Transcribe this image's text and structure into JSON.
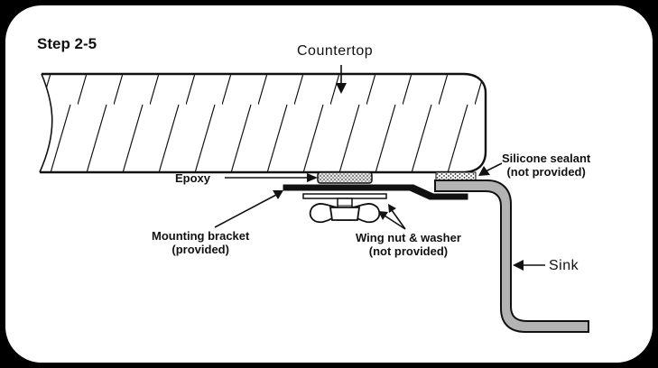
{
  "step_label": "Step 2-5",
  "labels": {
    "countertop": "Countertop",
    "epoxy": "Epoxy",
    "silicone_line1": "Silicone sealant",
    "silicone_line2": "(not provided)",
    "bracket_line1": "Mounting bracket",
    "bracket_line2": "(provided)",
    "wingnut_line1": "Wing nut & washer",
    "wingnut_line2": "(not provided)",
    "sink": "Sink"
  },
  "colors": {
    "frame": "#000000",
    "sink_fill": "#b3b3b3",
    "bracket": "#111111",
    "epoxy_fill": "#9a9a9a"
  }
}
